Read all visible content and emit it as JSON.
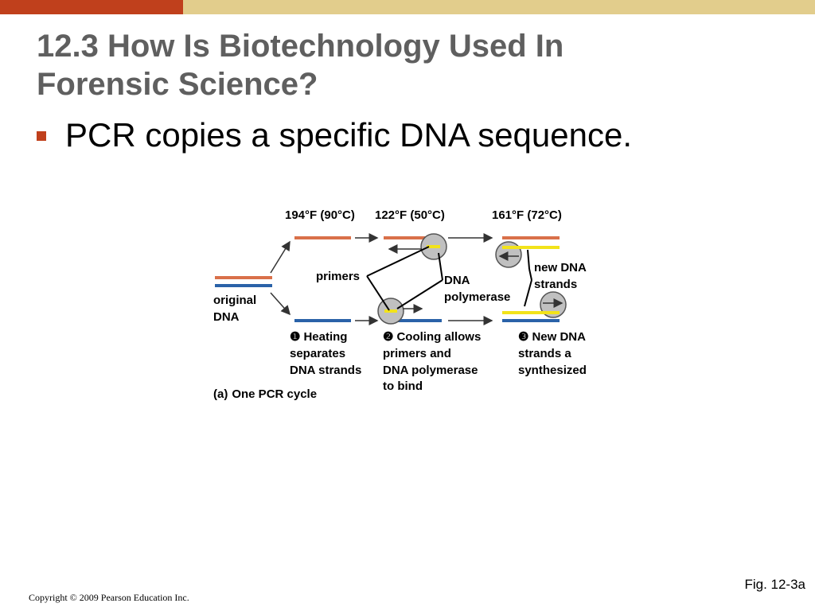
{
  "slide": {
    "title_line1": "12.3 How Is Biotechnology Used In",
    "title_line2": "Forensic Science?",
    "bullet": "PCR copies a specific DNA sequence.",
    "fig_ref": "Fig. 12-3a",
    "copyright": "Copyright © 2009 Pearson Education Inc."
  },
  "colors": {
    "accent": "#c0401c",
    "band": "#e2cd8c",
    "title": "#5f5f5f",
    "strand_orange": "#d9704a",
    "strand_blue": "#2a62a8",
    "primer_yellow": "#f2e31a",
    "enzyme_grey": "#c0c0c0"
  },
  "diagram": {
    "temp1": "194°F (90°C)",
    "temp2": "122°F (50°C)",
    "temp3": "161°F (72°C)",
    "original_line1": "original",
    "original_line2": "DNA",
    "primers": "primers",
    "polymerase_line1": "DNA",
    "polymerase_line2": "polymerase",
    "new_strands_line1": "new DNA",
    "new_strands_line2": "strands",
    "step1_num": "❶",
    "step1_line1": "Heating",
    "step1_line2": "separates",
    "step1_line3": "DNA strands",
    "step2_num": "❷",
    "step2_line1": "Cooling allows",
    "step2_line2": "primers and",
    "step2_line3": "DNA polymerase",
    "step2_line4": "to bind",
    "step3_num": "❸",
    "step3_line1": "New DNA",
    "step3_line2": "strands a",
    "step3_line3": "synthesized",
    "caption_label": "(a)",
    "caption_text": "One PCR cycle"
  }
}
